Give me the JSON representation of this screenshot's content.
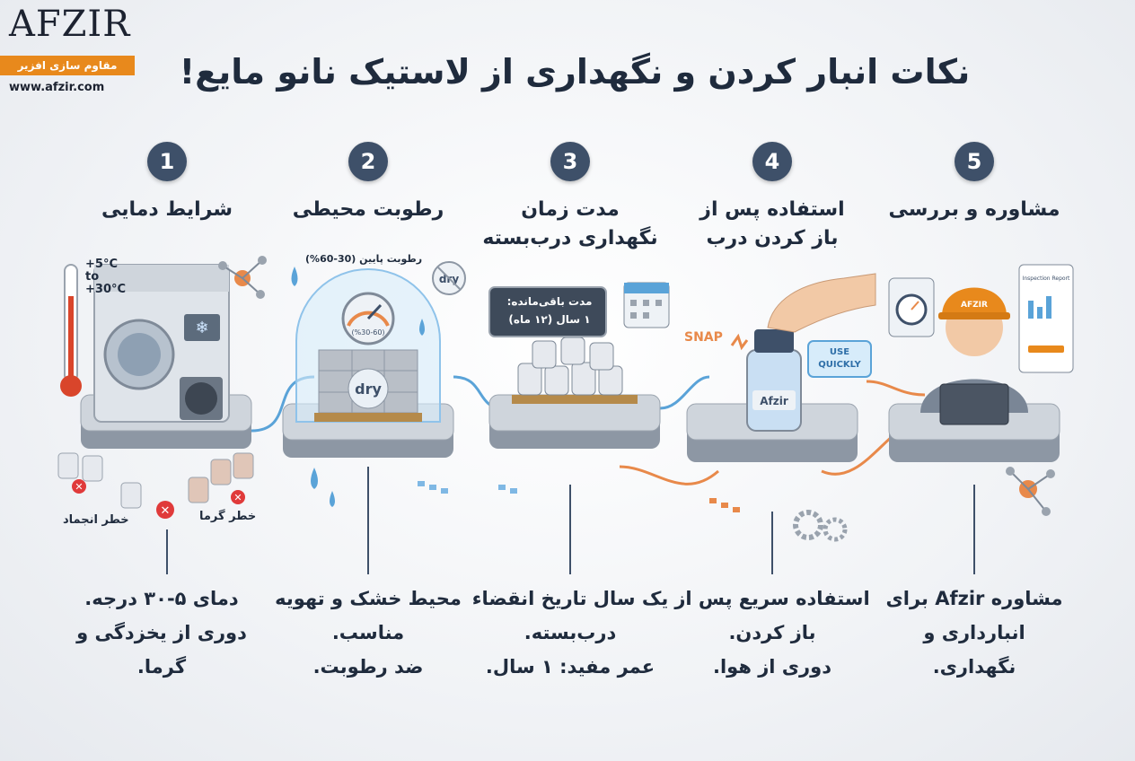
{
  "logo": {
    "name": "AFZIR",
    "tagline": "مقاوم سازی افزیر",
    "url": "www.afzir.com"
  },
  "title": "نکات انبار کردن و نگهداری از لاستیک نانو مایع!",
  "steps": [
    {
      "number": "1",
      "title": "شرایط دمایی",
      "desc": [
        "دمای ۵-۳۰ درجه.",
        "دوری از یخزدگی و گرما."
      ]
    },
    {
      "number": "2",
      "title": "رطوبت محیطی",
      "desc": [
        "محیط خشک و تهویه",
        "مناسب.",
        "ضد رطوبت."
      ]
    },
    {
      "number": "3",
      "title": "مدت زمان نگهداری درب‌بسته",
      "desc": [
        "یک سال تاریخ انقضاء",
        "درب‌بسته.",
        "عمر مفید: ۱ سال."
      ]
    },
    {
      "number": "4",
      "title": "استفاده پس از باز کردن درب",
      "desc": [
        "استفاده سریع پس از",
        "باز کردن.",
        "دوری از هوا."
      ]
    },
    {
      "number": "5",
      "title": "مشاوره و بررسی",
      "desc": [
        "مشاوره Afzir برای",
        "انبارداری و",
        "نگهداری."
      ]
    }
  ],
  "annotations": {
    "temp_range": "+5°C to +30°C",
    "freeze_risk": "خطر انجماد",
    "heat_risk": "خطر گرما",
    "humidity_low": "رطوبت پایین (30-60%)",
    "gauge_label": "(%30-60)",
    "dry_label": "dry",
    "shelf_life_label": "مدت باقی‌مانده:",
    "shelf_life_value": "۱ سال (۱۲ ماه)",
    "snap": "SNAP",
    "use_quickly": "USE QUICKLY",
    "bottle_brand": "Afzir",
    "helmet_brand": "AFZIR",
    "report_title": "Inspection Report"
  },
  "colors": {
    "badge": "#3e5069",
    "accent": "#e8891c",
    "line_blue": "#5aa3d8",
    "line_orange": "#e8894a"
  }
}
